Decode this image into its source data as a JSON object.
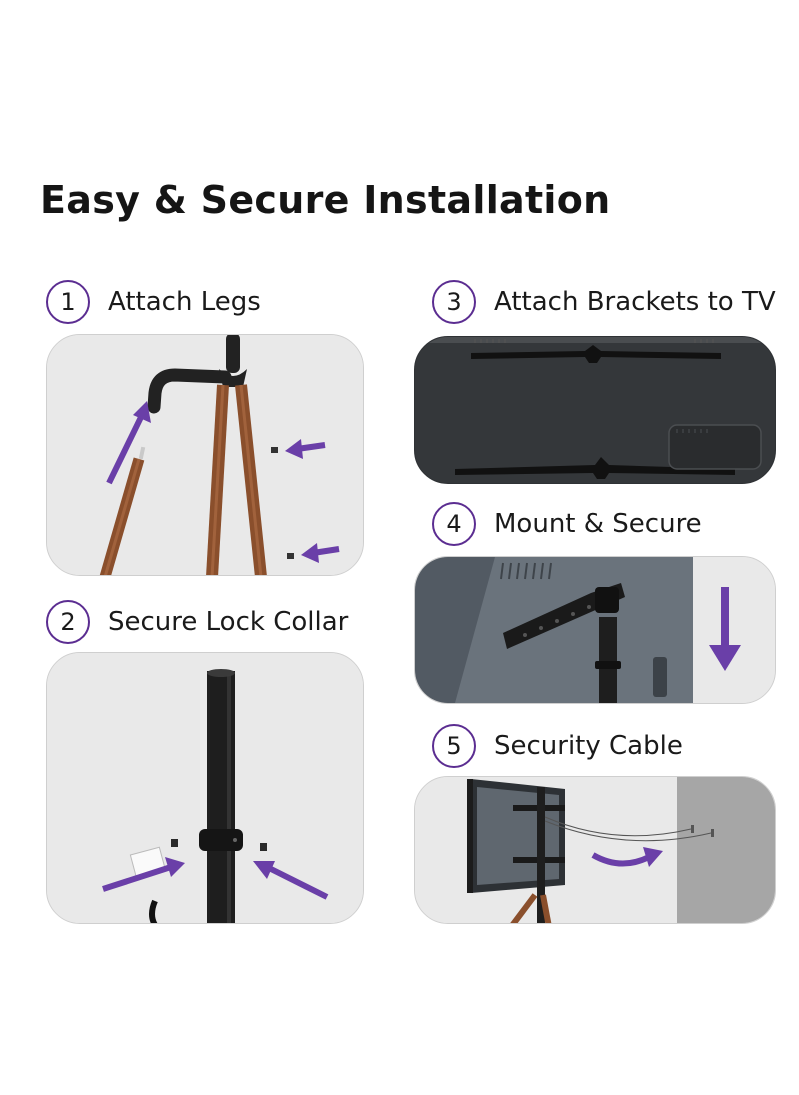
{
  "page": {
    "title": "Easy & Secure Installation"
  },
  "steps": [
    {
      "number": "1",
      "label": "Attach Legs"
    },
    {
      "number": "2",
      "label": "Secure Lock Collar"
    },
    {
      "number": "3",
      "label": "Attach Brackets to TV"
    },
    {
      "number": "4",
      "label": "Mount & Secure"
    },
    {
      "number": "5",
      "label": "Security Cable"
    }
  ],
  "colors": {
    "accent_purple": "#5b2d91",
    "arrow_purple": "#6a3fa8",
    "wood_brown": "#8a4f2c",
    "pole_black": "#1e1e1e",
    "panel_gray": "#e8e8e8"
  }
}
